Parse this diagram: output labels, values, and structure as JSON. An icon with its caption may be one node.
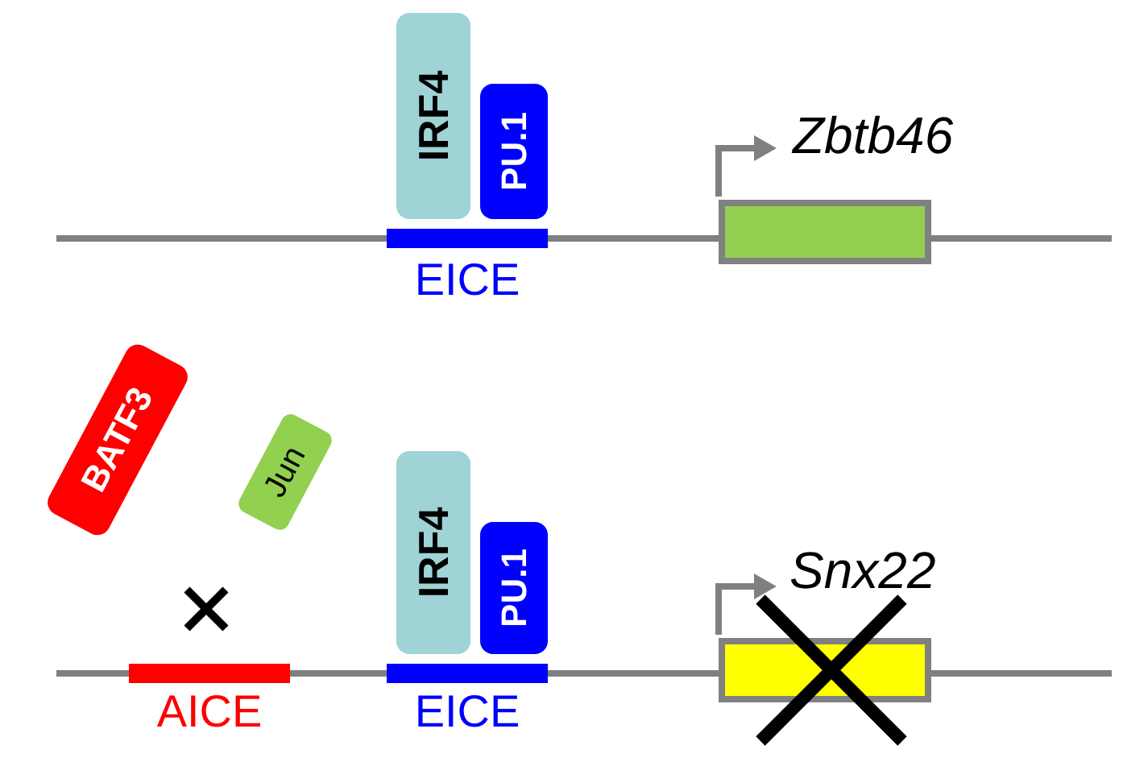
{
  "diagram": {
    "nodes": [
      {
        "text": [
          "IRF4"
        ]
      },
      {
        "text": [
          "PU.1"
        ]
      },
      {
        "text": [],
        "shape": "bar",
        "beside": [
          "EICE"
        ]
      },
      {
        "text": [],
        "shape": "box",
        "beside": [
          "Zbtb46"
        ]
      },
      {
        "text": [
          "BATF3"
        ]
      },
      {
        "text": [
          "Jun"
        ]
      },
      {
        "text": [],
        "shape": "bar",
        "beside": [
          "AICE"
        ]
      },
      {
        "text": [
          "IRF4"
        ]
      },
      {
        "text": [
          "PU.1"
        ]
      },
      {
        "text": [],
        "shape": "bar",
        "beside": [
          "EICE"
        ]
      },
      {
        "text": [],
        "shape": "box",
        "beside": [
          "Snx22"
        ]
      }
    ]
  }
}
